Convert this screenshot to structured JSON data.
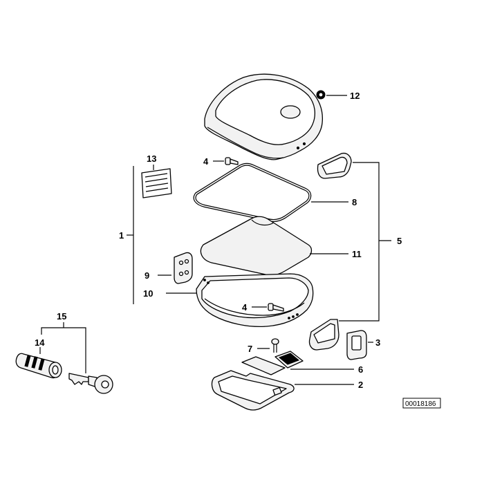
{
  "diagram": {
    "reference_number": "00018186",
    "callouts": {
      "c1": "1",
      "c2": "2",
      "c3": "3",
      "c4a": "4",
      "c4b": "4",
      "c5": "5",
      "c6": "6",
      "c7": "7",
      "c8": "8",
      "c9": "9",
      "c10": "10",
      "c11": "11",
      "c12": "12",
      "c13": "13",
      "c14": "14",
      "c15": "15"
    }
  }
}
